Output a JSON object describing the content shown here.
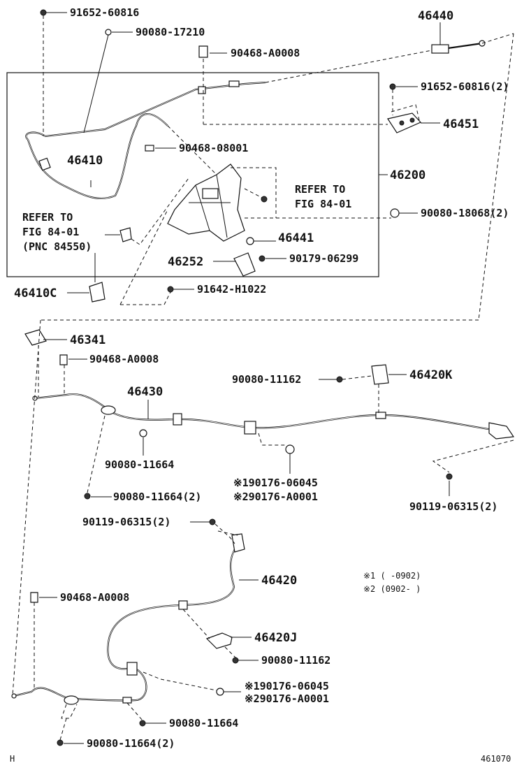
{
  "parts": {
    "p01": "91652-60816",
    "p02": "90080-17210",
    "p03": "90468-A0008",
    "p04": "46440",
    "p05": "91652-60816(2)",
    "p06": "46451",
    "p07": "46410",
    "p08": "90468-08001",
    "p09": "46200",
    "p10": "90080-18068(2)",
    "p11": "46441",
    "p12": "46252",
    "p13": "90179-06299",
    "p14": "46410C",
    "p15": "91642-H1022",
    "p16": "46341",
    "p17": "90468-A0008",
    "p18": "46430",
    "p19": "90080-11162",
    "p20": "46420K",
    "p21": "90080-11664",
    "p22": "※190176-06045",
    "p23": "※290176-A0001",
    "p24": "90080-11664(2)",
    "p25": "90119-06315(2)",
    "p26": "90119-06315(2)",
    "p27": "46420",
    "p28": "90468-A0008",
    "p29": "46420J",
    "p30": "90080-11162",
    "p31": "※190176-06045",
    "p32": "※290176-A0001",
    "p33": "90080-11664",
    "p34": "90080-11664(2)"
  },
  "refs": {
    "ref1_line1": "REFER TO",
    "ref1_line2": "FIG 84-01",
    "ref2_line1": "REFER TO",
    "ref2_line2": "FIG 84-01",
    "ref2_line3": "(PNC 84550)"
  },
  "notes": {
    "note1": "※1 (    -0902)",
    "note2": "※2 (0902-    )"
  },
  "footer": {
    "left": "H",
    "right": "461070"
  }
}
